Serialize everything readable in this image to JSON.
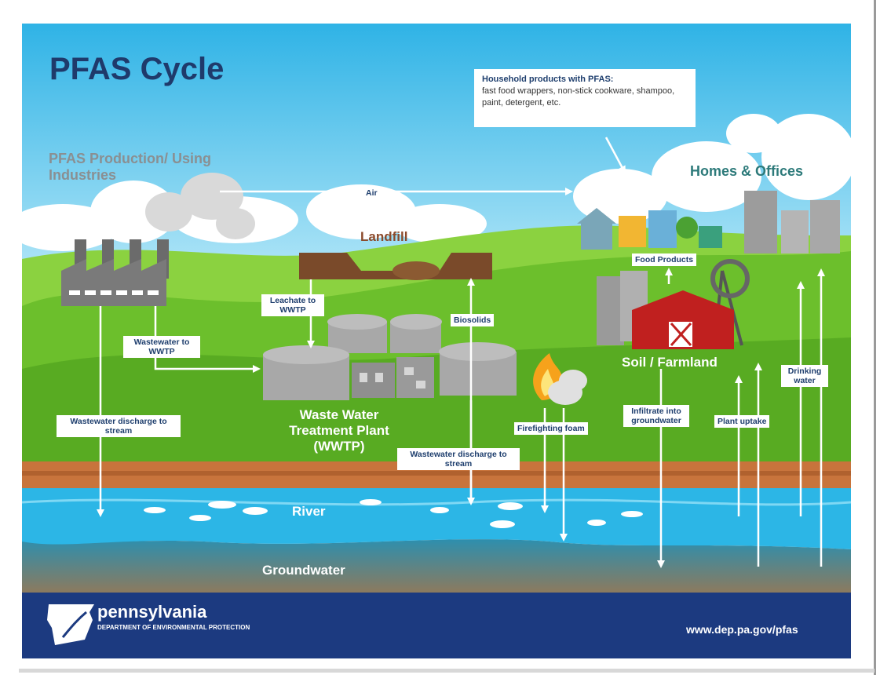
{
  "title": "PFAS Cycle",
  "labels": {
    "industries": "PFAS Production/ Using Industries",
    "homes": "Homes & Offices",
    "landfill": "Landfill",
    "wwtp": "Waste Water Treatment Plant (WWTP)",
    "soil": "Soil / Farmland",
    "river": "River",
    "groundwater": "Groundwater"
  },
  "household": {
    "heading": "Household products with PFAS:",
    "text": "fast food wrappers, non-stick cookware, shampoo, paint, detergent, etc."
  },
  "flows": {
    "air": "Air",
    "leachate": "Leachate to WWTP",
    "biosolids": "Biosolids",
    "wastewater_wwtp": "Wastewater to WWTP",
    "discharge_left": "Wastewater discharge to stream",
    "discharge_mid": "Wastewater discharge to stream",
    "firefighting": "Firefighting foam",
    "infiltrate": "Infiltrate into groundwater",
    "plant_uptake": "Plant uptake",
    "drinking": "Drinking water",
    "food": "Food Products"
  },
  "footer": {
    "org": "pennsylvania",
    "dept": "DEPARTMENT OF ENVIRONMENTAL PROTECTION",
    "url": "www.dep.pa.gov/pfas"
  },
  "colors": {
    "sky": "#4ec3ea",
    "title": "#1f3a6b",
    "footer": "#1c3a80",
    "river": "#2cb6e6",
    "soil_band": "#c8743c",
    "grass": "#6cbf2c"
  }
}
